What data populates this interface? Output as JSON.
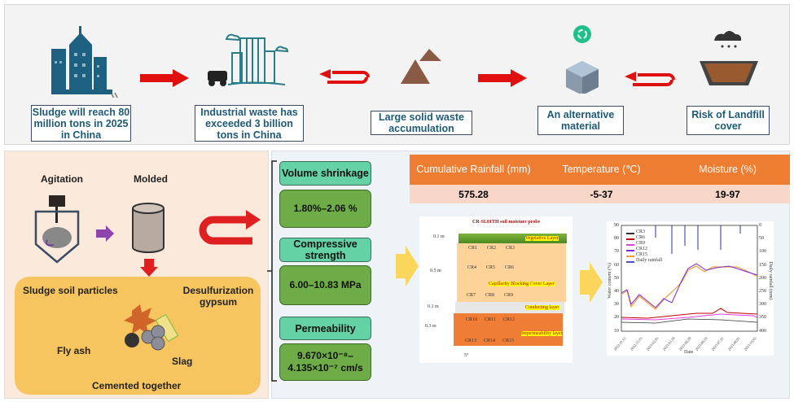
{
  "top": {
    "steps": [
      {
        "label": "Sludge will reach 80 million tons in 2025 in China",
        "icon": "city-buildings-icon"
      },
      {
        "label": "Industrial waste has exceeded 3 billion tons in China",
        "icon": "industrial-building-truck-icon"
      },
      {
        "label": "Large solid waste accumulation",
        "icon": "waste-pile-icon"
      },
      {
        "label": "An alternative material",
        "icon": "recycle-cube-icon"
      },
      {
        "label": "Risk of Landfill cover",
        "icon": "landfill-rain-icon"
      }
    ]
  },
  "process": {
    "agitation": "Agitation",
    "molded": "Molded",
    "particles": {
      "sludge": "Sludge soil particles",
      "gypsum": "Desulfurization gypsum",
      "fly_ash": "Fly ash",
      "slag": "Slag"
    },
    "result": "Cemented together"
  },
  "properties": [
    {
      "name": "Volume shrinkage",
      "value": "1.80%–2.06 %"
    },
    {
      "name": "Compressive strength",
      "value": "6.00–10.83 MPa"
    },
    {
      "name": "Permeability",
      "value_line1": "9.670×10⁻⁸–",
      "value_line2": "4.135×10⁻⁷ cm/s"
    }
  ],
  "table": {
    "headers": [
      "Cumulative Rainfall (mm)",
      "Temperature (℃)",
      "Moisture (%)"
    ],
    "values": [
      "575.28",
      "-5-37",
      "19-97"
    ]
  },
  "profile": {
    "title": "CR-SL01TH soil moisture probe",
    "depths": [
      "0.1 m",
      "0.5 m",
      "0.1 m",
      "0.3 m"
    ],
    "layers": [
      "Vegetative Layer",
      "Capillarity Blocking Cover Layer",
      "Conducting layer",
      "Impermeability layer"
    ],
    "sensors": [
      "CR1",
      "CR2",
      "CR3",
      "CR4",
      "CR5",
      "CR6",
      "CR7",
      "CR8",
      "CR9",
      "CR10",
      "CR11",
      "CR12",
      "CR13",
      "CR14",
      "CR15"
    ],
    "angle": "5°"
  },
  "timeseries": {
    "ylabel": "Water content (%)",
    "y2label": "Daily rainfall (mm)",
    "xlabel": "Date",
    "yticks": [
      "90",
      "80",
      "70",
      "60",
      "50",
      "40",
      "30",
      "20",
      "10"
    ],
    "y2ticks": [
      "0",
      "50",
      "100",
      "150",
      "200",
      "250",
      "300",
      "350",
      "400"
    ],
    "xticks": [
      "2022.11.13",
      "2022.12.25",
      "2023.02.05",
      "2023.03.18",
      "2023.04.29",
      "2023.06.10",
      "2023.07.21",
      "2023.09.01",
      "2023.10.02"
    ],
    "legend": [
      "CR3",
      "CR6",
      "CR9",
      "CR12",
      "CR15",
      "Daily rainfall"
    ],
    "colors": [
      "#333333",
      "#c00000",
      "#e040e0",
      "#7a2be2",
      "#f0a030",
      "#5050c0"
    ]
  }
}
